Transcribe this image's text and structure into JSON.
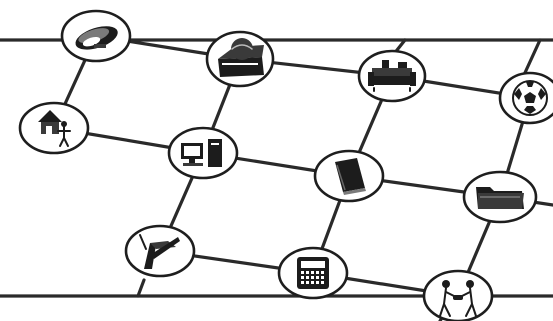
{
  "diagram": {
    "kind": "network-grid",
    "colors": {
      "line": "#2a2a2a",
      "node_fill": "#ffffff",
      "ink": "#1c1c1c"
    },
    "nodes": [
      {
        "id": "n1",
        "icon": "satellite-dish-icon"
      },
      {
        "id": "n2",
        "icon": "globe-on-books-icon"
      },
      {
        "id": "n3",
        "icon": "sofa-living-room-icon"
      },
      {
        "id": "n4",
        "icon": "soccer-ball-icon"
      },
      {
        "id": "n5",
        "icon": "house-with-person-icon"
      },
      {
        "id": "n6",
        "icon": "computer-workstation-icon"
      },
      {
        "id": "n7",
        "icon": "book-icon"
      },
      {
        "id": "n8",
        "icon": "folder-icon"
      },
      {
        "id": "n9",
        "icon": "hand-with-pen-icon"
      },
      {
        "id": "n10",
        "icon": "calculator-icon"
      },
      {
        "id": "n11",
        "icon": "handshake-icon"
      }
    ],
    "edges": [
      [
        "n1",
        "n2"
      ],
      [
        "n2",
        "n3"
      ],
      [
        "n3",
        "n4"
      ],
      [
        "n5",
        "n6"
      ],
      [
        "n6",
        "n7"
      ],
      [
        "n7",
        "n8"
      ],
      [
        "n9",
        "n10"
      ],
      [
        "n10",
        "n11"
      ],
      [
        "n1",
        "n5"
      ],
      [
        "n2",
        "n6"
      ],
      [
        "n6",
        "n9"
      ],
      [
        "n3",
        "n7"
      ],
      [
        "n7",
        "n10"
      ],
      [
        "n4",
        "n8"
      ],
      [
        "n8",
        "n11"
      ]
    ]
  }
}
